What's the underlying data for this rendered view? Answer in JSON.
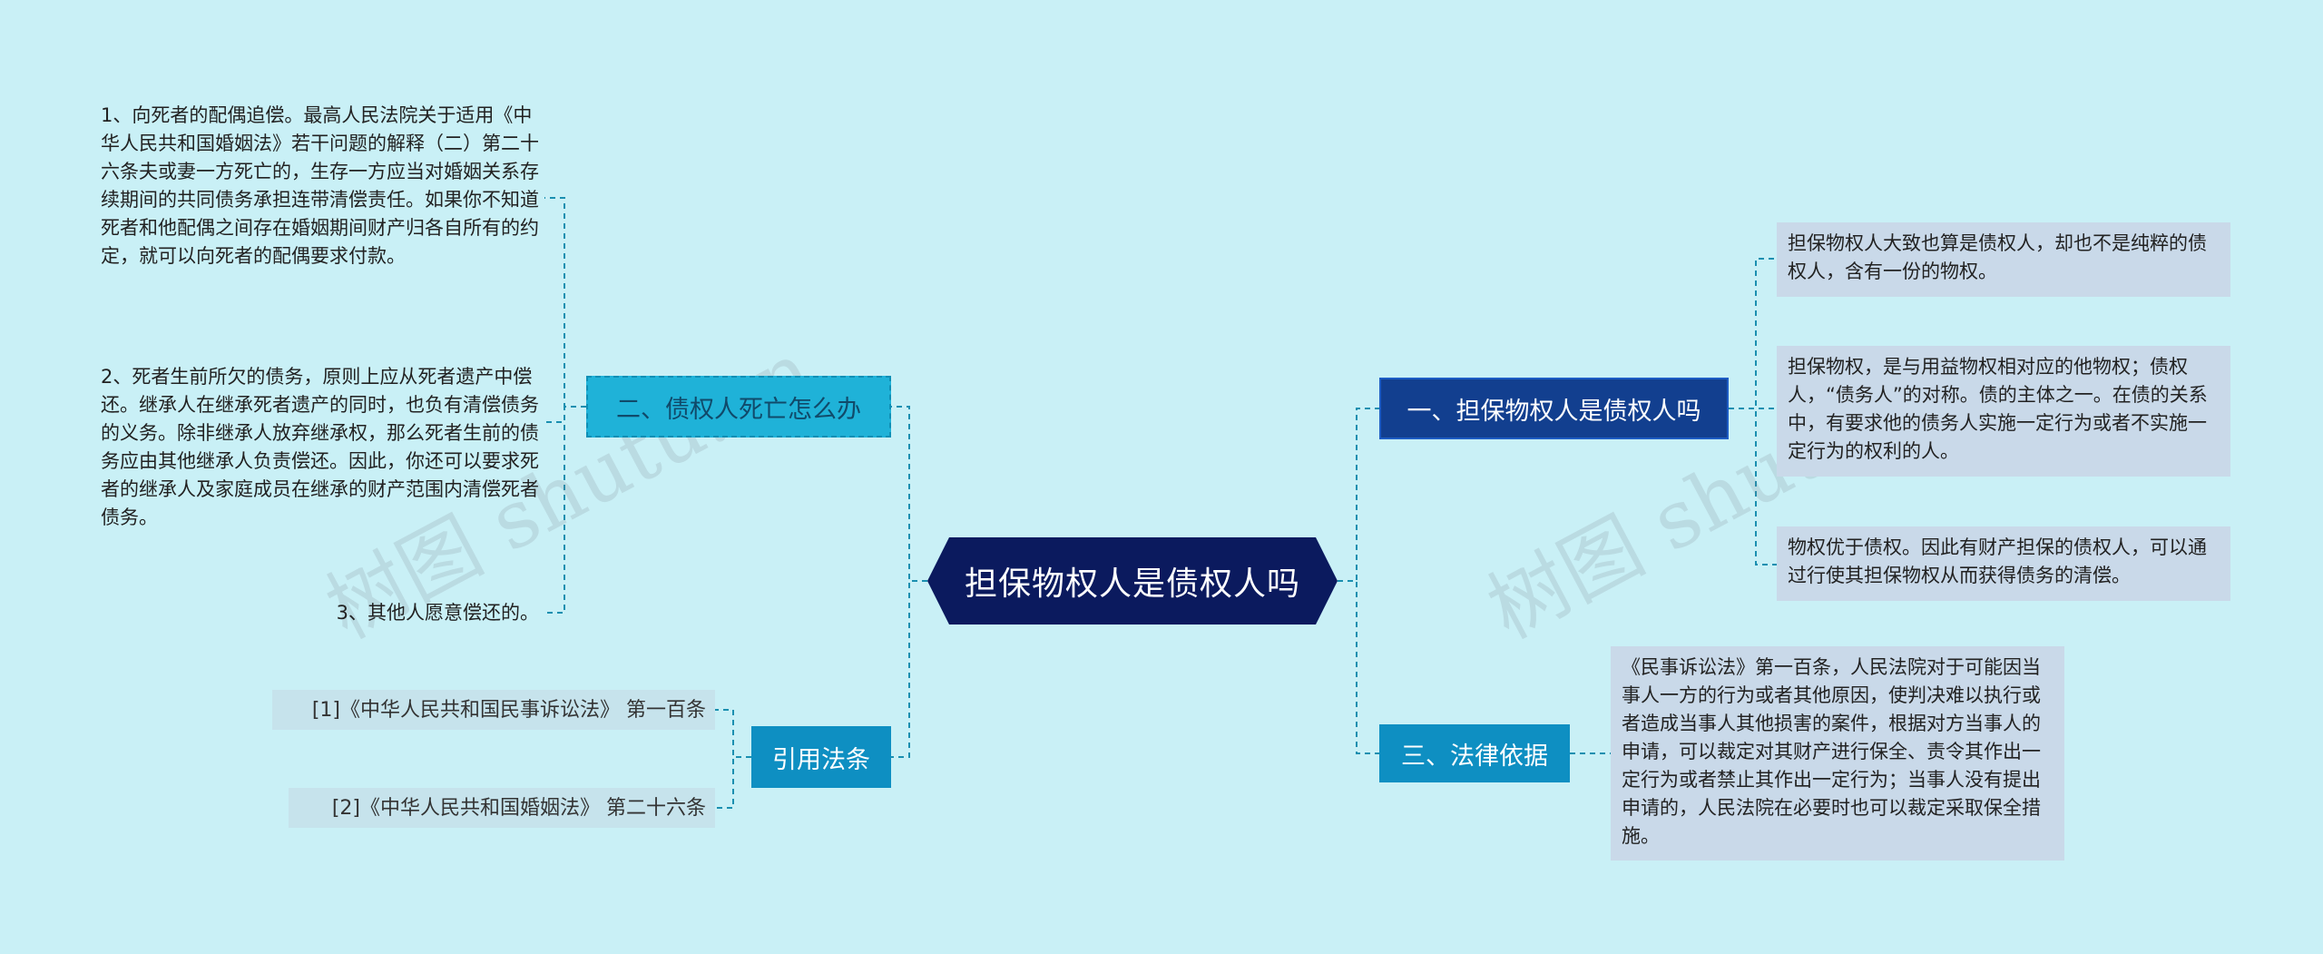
{
  "root": {
    "title": "担保物权人是债权人吗"
  },
  "right": {
    "branch1": {
      "label": "一、担保物权人是债权人吗",
      "leaves": [
        "担保物权人大致也算是债权人，却也不是纯粹的债权人，含有一份的物权。",
        "担保物权，是与用益物权相对应的他物权；债权人，“债务人”的对称。债的主体之一。在债的关系中，有要求他的债务人实施一定行为或者不实施一定行为的权利的人。",
        "物权优于债权。因此有财产担保的债权人，可以通过行使其担保物权从而获得债务的清偿。"
      ]
    },
    "branch3": {
      "label": "三、法律依据",
      "leaf": "《民事诉讼法》第一百条，人民法院对于可能因当事人一方的行为或者其他原因，使判决难以执行或者造成当事人其他损害的案件，根据对方当事人的申请，可以裁定对其财产进行保全、责令其作出一定行为或者禁止其作出一定行为；当事人没有提出申请的，人民法院在必要时也可以裁定采取保全措施。"
    }
  },
  "left": {
    "branch2": {
      "label": "二、债权人死亡怎么办",
      "leaves": [
        "1、向死者的配偶追偿。最高人民法院关于适用《中华人民共和国婚姻法》若干问题的解释（二）第二十六条夫或妻一方死亡的，生存一方应当对婚姻关系存续期间的共同债务承担连带清偿责任。如果你不知道死者和他配偶之间存在婚姻期间财产归各自所有的约定，就可以向死者的配偶要求付款。",
        "2、死者生前所欠的债务，原则上应从死者遗产中偿还。继承人在继承死者遗产的同时，也负有清偿债务的义务。除非继承人放弃继承权，那么死者生前的债务应由其他继承人负责偿还。因此，你还可以要求死者的继承人及家庭成员在继承的财产范围内清偿死者债务。",
        "3、其他人愿意偿还的。"
      ]
    },
    "refs": {
      "label": "引用法条",
      "items": [
        "[1]《中华人民共和国民事诉讼法》 第一百条",
        "[2]《中华人民共和国婚姻法》 第二十六条"
      ]
    }
  },
  "watermarks": [
    "树图 shutu.cn",
    "树图 shutu.cn"
  ],
  "colors": {
    "background": "#c9f0f6",
    "root": "#0b1a5e",
    "branch_dark": "#123f8f",
    "branch_cyan": "#1fb2d8",
    "branch_teal": "#0e8fc2",
    "leaf_box": "#c9d9e9",
    "connector": "#1a8fb0"
  }
}
